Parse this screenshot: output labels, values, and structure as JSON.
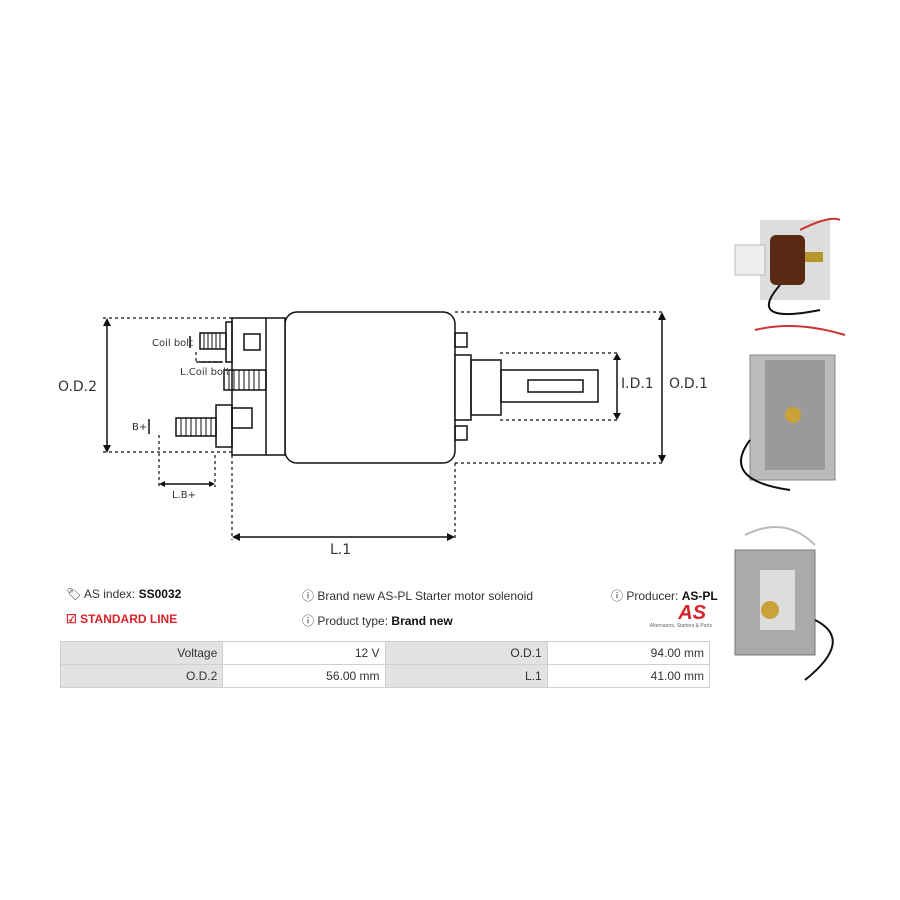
{
  "diagram": {
    "labels": {
      "coil_bolt": "Coil bolt",
      "l_coil_bolt": "L.Coil bolt",
      "b_plus": "B+",
      "l_b_plus": "L.B+",
      "od2": "O.D.2",
      "od1": "O.D.1",
      "id1": "I.D.1",
      "l1": "L.1"
    }
  },
  "info": {
    "as_index_label": "AS index:",
    "as_index_value": "SS0032",
    "line": "STANDARD LINE",
    "description": "Brand new AS-PL Starter motor solenoid",
    "product_type_label": "Product type:",
    "product_type_value": "Brand new",
    "producer_label": "Producer:",
    "producer_value": "AS-PL",
    "logo_text": "AS",
    "logo_tagline": "Alternators, Starters & Parts"
  },
  "specs": [
    [
      {
        "label": "Voltage",
        "value": "12 V"
      },
      {
        "label": "O.D.1",
        "value": "94.00 mm"
      }
    ],
    [
      {
        "label": "O.D.2",
        "value": "56.00 mm"
      },
      {
        "label": "L.1",
        "value": "41.00 mm"
      }
    ]
  ],
  "colors": {
    "accent": "#d8232a",
    "table_label_bg": "#e2e2e2"
  }
}
